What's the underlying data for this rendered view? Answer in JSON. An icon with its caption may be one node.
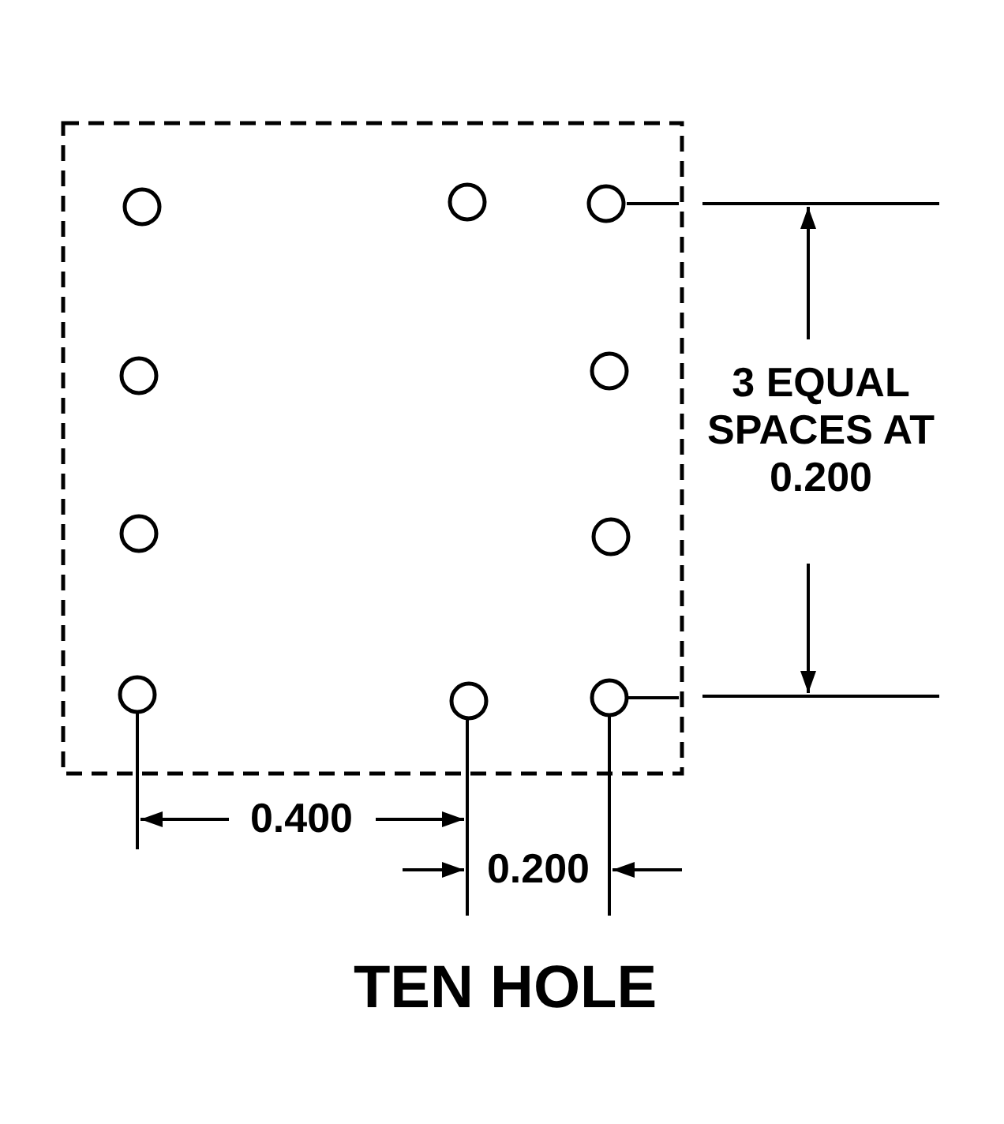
{
  "diagram": {
    "caption": "TEN HOLE",
    "labels": [
      "3 EQUAL SPACES AT 0.200",
      "0.400",
      "0.200"
    ]
  }
}
